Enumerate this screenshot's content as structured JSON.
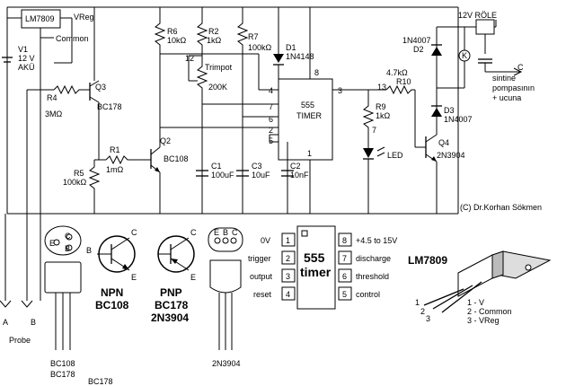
{
  "labels": {
    "lm7809_box": "LM7809",
    "vreg": "VReg",
    "common": "Common",
    "v1": "V1",
    "v1_volt": "12 V",
    "v1_name": "AKÜ",
    "r4": "R4",
    "r4_val": "3MΩ",
    "q3": "Q3",
    "q3_part": "BC178",
    "r1": "R1",
    "r1_val": "1mΩ",
    "r5": "R5",
    "r5_val": "100kΩ",
    "q2": "Q2",
    "q2_part": "BC108",
    "r6": "R6",
    "r6_val": "10kΩ",
    "r2": "R2",
    "r2_val": "1kΩ",
    "r7": "R7",
    "r7_val": "100kΩ",
    "d1": "D1",
    "d1_part": "1N4148",
    "trimpot_pin": "12",
    "trimpot": "Trimpot",
    "trimpot_val": "200K",
    "c1": "C1",
    "c1_val": "100uF",
    "c3": "C3",
    "c3_val": "10uF",
    "c2": "C2",
    "c2_val": "10nF",
    "timer_555": "555",
    "timer_word": "TIMER",
    "pin4": "4",
    "pin7": "7",
    "pin6": "6",
    "pin2": "2",
    "pin5": "5",
    "pin1": "1",
    "pin8": "8",
    "pin3": "3",
    "r9": "R9",
    "r9_val": "1kΩ",
    "r9_pin": "7",
    "led": "LED",
    "r10_pin": "13",
    "r10": "R10",
    "r10_val": "4.7kΩ",
    "q4": "Q4",
    "q4_part": "2N3904",
    "relay": "12V RÖLE",
    "d2_part": "1N4007",
    "d2": "D2",
    "k": "K",
    "c_out": "C",
    "sintine1": "sintine",
    "sintine2": "pompasının",
    "sintine3": "+ ucuna",
    "d3": "D3",
    "d3_part": "1N4007",
    "copyright": "(C) Dr.Korhan Sökmen",
    "probe_a": "A",
    "probe_b": "B",
    "probe": "Probe",
    "to92_e": "E",
    "to92_c": "C",
    "to92_b": "B",
    "bc108_bottom": "BC108",
    "bc178_bottom": "BC178",
    "bc178_bottom2": "BC178",
    "npn_b": "B",
    "npn_c": "C",
    "npn_e": "E",
    "npn": "NPN",
    "npn_part": "BC108",
    "pnp_c": "C",
    "pnp_e": "E",
    "pnp": "PNP",
    "pnp_part1": "BC178",
    "pnp_part2": "2N3904",
    "to92b_e": "E",
    "to92b_b": "B",
    "to92b_c": "C",
    "to92b_name": "2N3904",
    "pin_0v": "0V",
    "pin_trigger": "trigger",
    "pin_output": "output",
    "pin_reset": "reset",
    "pin_discharge": "discharge",
    "pin_threshold": "threshold",
    "pin_control": "control",
    "pin_vcc": "+4.5 to 15V",
    "chip_555": "555",
    "chip_timer": "timer",
    "p1": "1",
    "p2": "2",
    "p3": "3",
    "p4": "4",
    "p5": "5",
    "p6": "6",
    "p7": "7",
    "p8": "8",
    "lm7809_title": "LM7809",
    "reg_1": "1 - V",
    "reg_2": "2 - Common",
    "reg_3": "3 - VReg",
    "reg_n1": "1",
    "reg_n2": "2",
    "reg_n3": "3"
  }
}
